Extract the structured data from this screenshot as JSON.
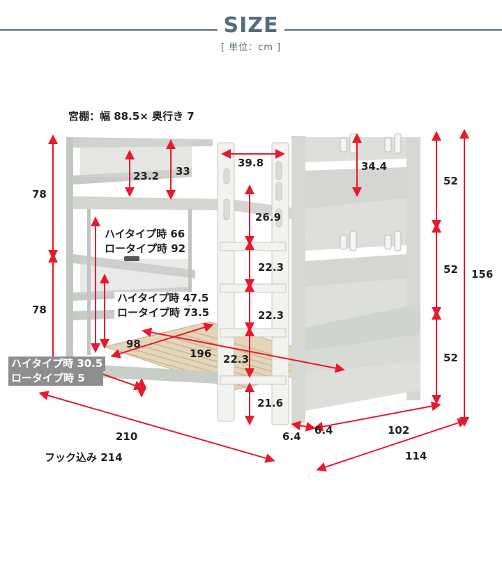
{
  "header": {
    "title": "SIZE",
    "unit": "[ 単位：cm ]"
  },
  "colors": {
    "accent": "#546e7a",
    "arrow": "#e8192c",
    "frame": "#c9cdc8",
    "ladder": "#f1f1ee",
    "slat": "#e2d3b7"
  },
  "dimensions": {
    "shelf": "宮棚：幅 88.5× 奥行き 7",
    "upper_height": "78",
    "lower_height": "78",
    "guard_23_2": "23.2",
    "guard_33": "33",
    "ladder_width": "39.8",
    "shelf_depth": "34.4",
    "ladder_step_top": "26.9",
    "ladder_step_2": "22.3",
    "ladder_step_3": "22.3",
    "ladder_step_4": "22.3",
    "ladder_step_bottom": "21.6",
    "right_52_top": "52",
    "right_52_mid": "52",
    "right_52_bot": "52",
    "total_height": "156",
    "clear_high_upper": "ハイタイプ時 66",
    "clear_low_upper": "ロータイプ時 92",
    "clear_high_lower": "ハイタイプ時 47.5",
    "clear_low_lower": "ロータイプ時 73.5",
    "inner_width": "98",
    "inner_length": "196",
    "floor_high": "ハイタイプ時 30.5",
    "floor_low": "ロータイプ時 5",
    "length": "210",
    "length_with_hook": "フック込み 214",
    "post_a": "6.4",
    "post_b": "6.4",
    "width": "102",
    "width_total": "114"
  }
}
